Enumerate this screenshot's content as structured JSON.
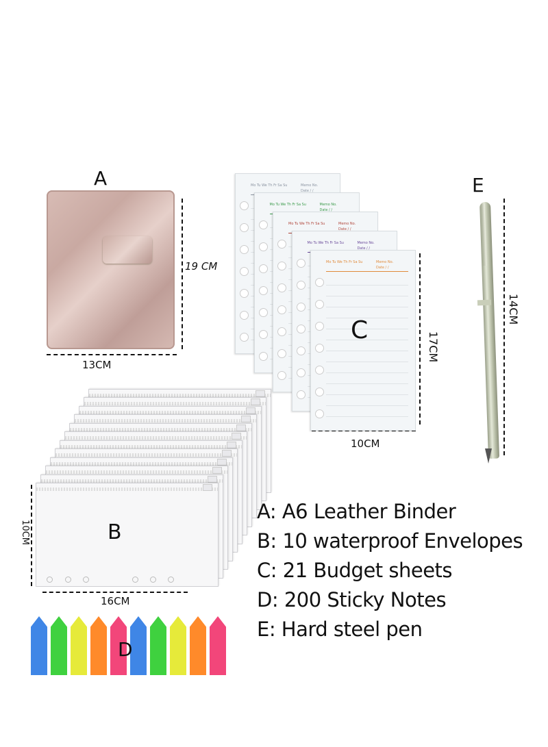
{
  "labels": {
    "a": "A",
    "b": "B",
    "c": "C",
    "d": "D",
    "e": "E"
  },
  "dimensions": {
    "binder_height": "19 CM",
    "binder_width": "13CM",
    "sheet_height": "17CM",
    "sheet_width": "10CM",
    "pen_length": "14CM",
    "envelope_height": "10CM",
    "envelope_width": "16CM"
  },
  "sheet": {
    "memo": "Memo No.",
    "date": "Date  /  /",
    "days": "Mo Tu We Th Fr Sa Su"
  },
  "sheet_accents": [
    "#8a93a0",
    "#3a9a4a",
    "#b0453a",
    "#6a4a9a",
    "#e08a3a"
  ],
  "sticky_note_colors": [
    "#3f86e6",
    "#3fd13f",
    "#e6ea3a",
    "#ff8a2a",
    "#f2467a",
    "#3f86e6",
    "#3fd13f",
    "#e6ea3a",
    "#ff8a2a",
    "#f2467a"
  ],
  "legend": [
    "A: A6 Leather Binder",
    "B: 10 waterproof  Envelopes",
    "C: 21 Budget sheets",
    "D: 200 Sticky Notes",
    "E: Hard steel pen"
  ]
}
